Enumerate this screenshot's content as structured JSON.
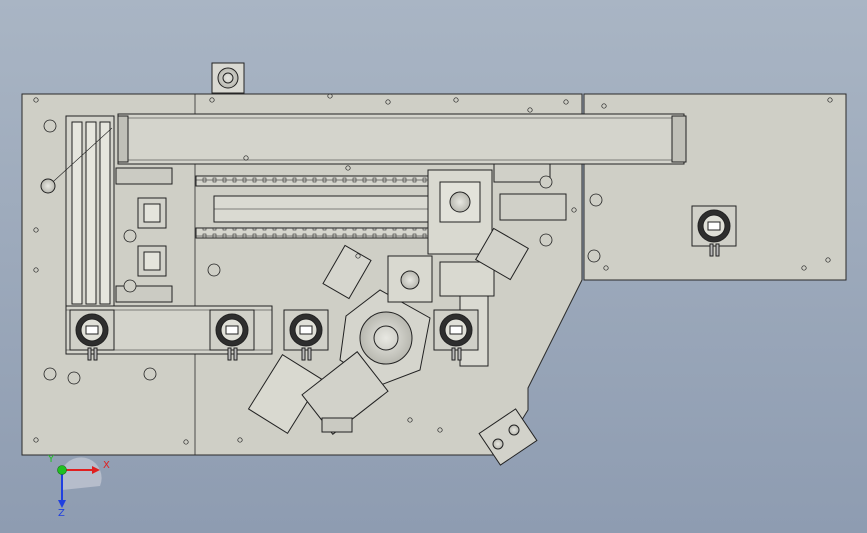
{
  "triad": {
    "x_label": "X",
    "y_label": "Y",
    "z_label": "Z",
    "x_color": "#e02020",
    "y_color": "#20c020",
    "z_color": "#2040e0"
  },
  "colors": {
    "background_top": "#a9b5c4",
    "background_bottom": "#8e9cb1",
    "plate": "#cfcfc6",
    "line": "#2a2a2a"
  }
}
